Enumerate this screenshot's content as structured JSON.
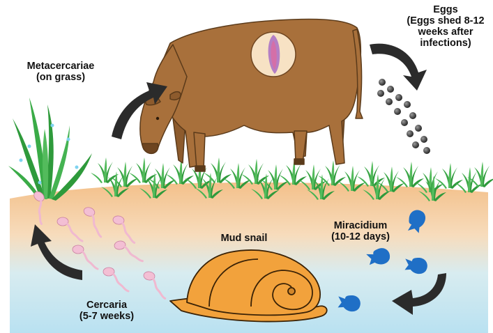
{
  "labels": {
    "eggs": {
      "title": "Eggs",
      "detail": [
        "(Eggs shed 8-12",
        "weeks after",
        "infections)"
      ]
    },
    "metacercariae": {
      "title": "Metacercariae",
      "detail": "(on grass)"
    },
    "miracidium": {
      "title": "Miracidium",
      "detail": "(10-12 days)"
    },
    "mud_snail": {
      "title": "Mud snail"
    },
    "cercaria": {
      "title": "Cercaria",
      "detail": "(5-7 weeks)"
    }
  },
  "colors": {
    "cow": "#a8703b",
    "snail": "#f2a23c",
    "miracidium": "#1e6ec4",
    "cercaria": "#f0b9d0",
    "grass": "#3fa84a",
    "water": "#bfe4f2",
    "soil": "#f6c791",
    "arrow": "#2b2b2b"
  }
}
